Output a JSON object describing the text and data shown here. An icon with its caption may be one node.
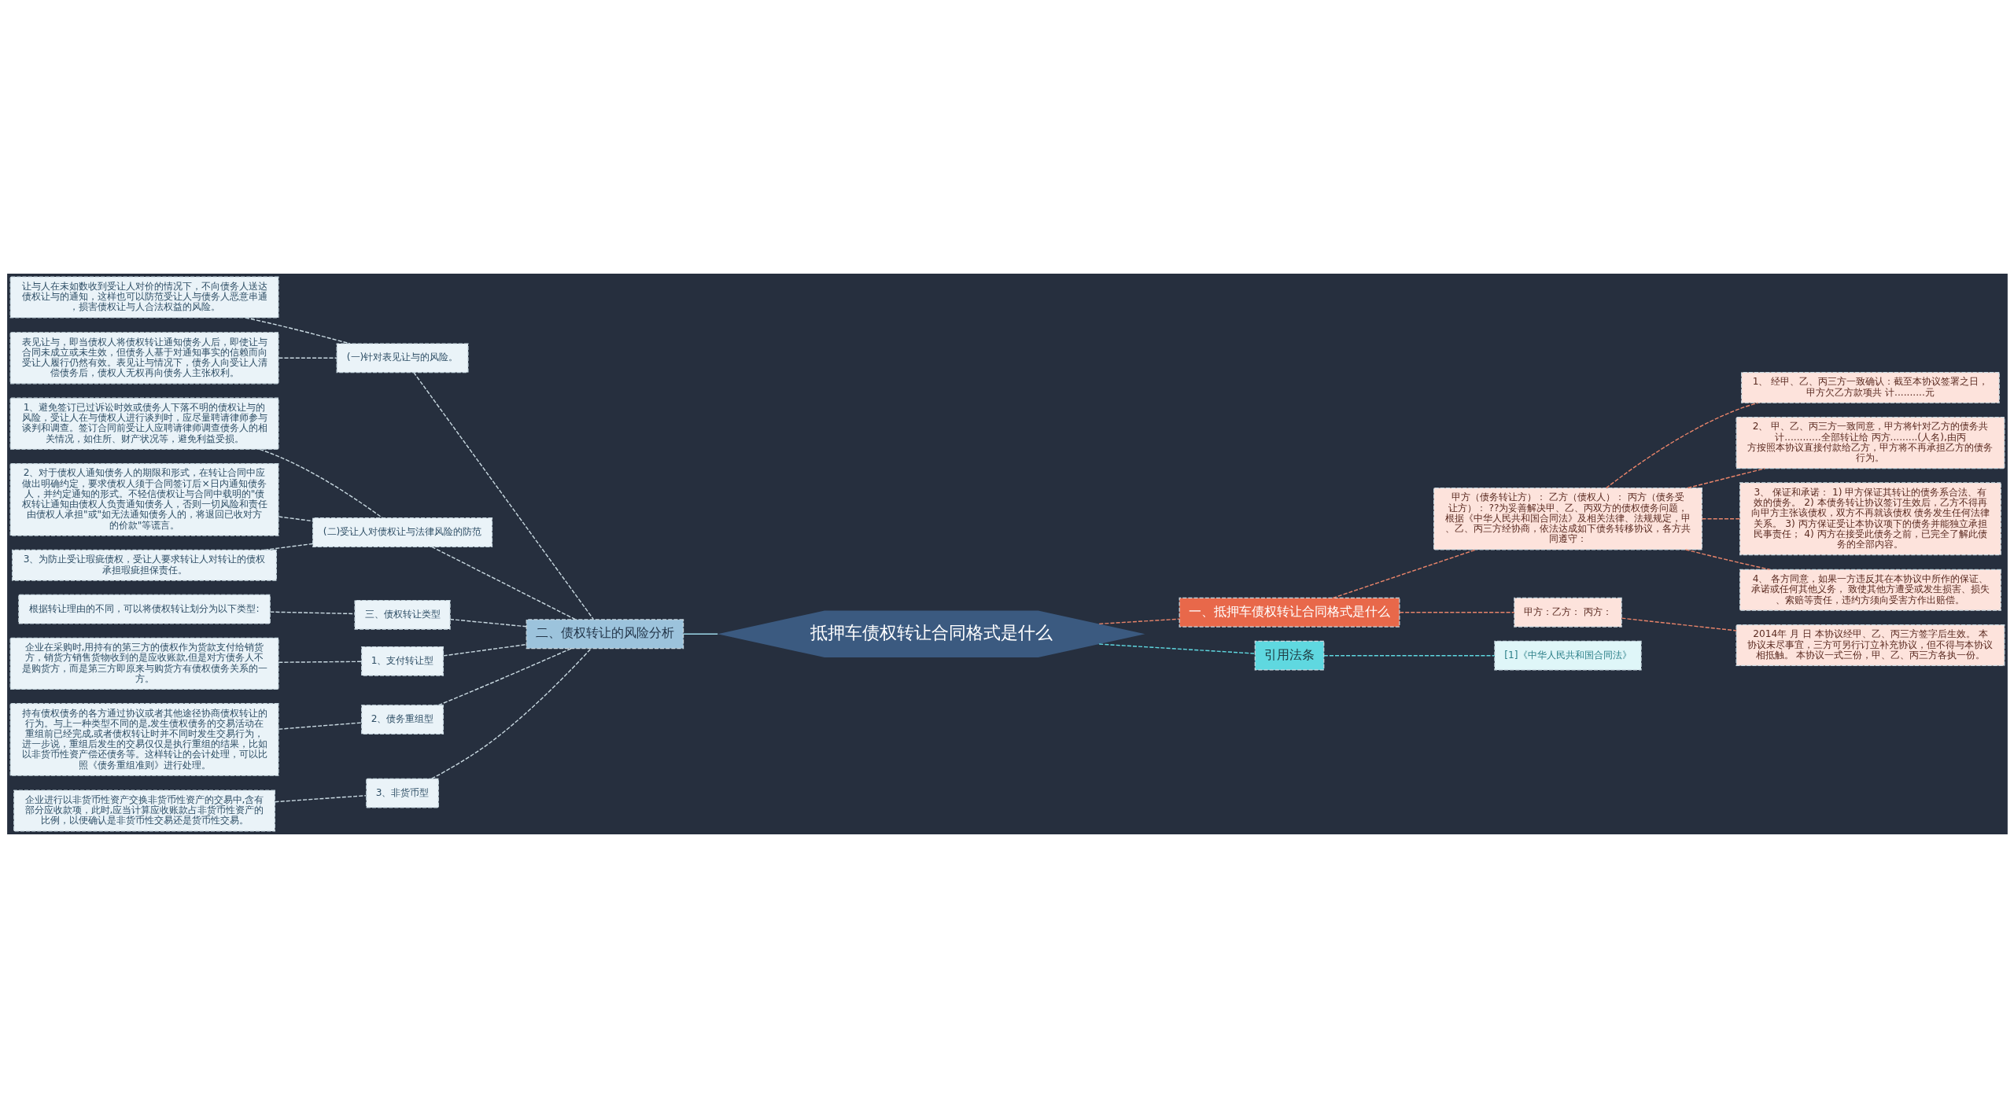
{
  "diagram": {
    "nodes": [
      {
        "text": [
          "抵押车债权转让合同格式是什么"
        ]
      },
      {
        "text": [
          "一、抵押车债权转让合同格式是什么"
        ]
      },
      {
        "text": [
          "甲方（债务转让方）： 乙方（债权人）： 丙方（债务受让方）： ??为妥善解决甲、乙、丙双方的债权债务问题，根据《中华人民共和国合同法》及相关法律、法规规定，甲、乙、丙三方经协商，依法达成如下债务转移协议，各方共同遵守："
        ]
      },
      {
        "text": [
          "1、 经甲、乙、丙三方一致确认：截至本协议签署之日，甲方欠乙方款项共 计..........元"
        ]
      },
      {
        "text": [
          "2、 甲、乙、丙三方一致同意，甲方将针对乙方的债务共计............全部转让给 丙方.........(人名),由丙方按照本协议直接付款给乙方，甲方将不再承担乙方的债务行为。"
        ]
      },
      {
        "text": [
          "3、 保证和承诺： 1) 甲方保证其转让的债务系合法、有效的债务。 2) 本债务转让协议签订生效后，乙方不得再向甲方主张该债权，双方不再就该债权 债务发生任何法律关系。 3) 丙方保证受让本协议项下的债务并能独立承担民事责任； 4) 丙方在接受此债务之前，已完全了解此债务的全部内容。"
        ]
      },
      {
        "text": [
          "4、 各方同意，如果一方违反其在本协议中所作的保证、承诺或任何其他义务， 致使其他方遭受或发生损害、损失、索赔等责任，违约方须向受害方作出赔偿。"
        ]
      },
      {
        "text": [
          "甲方：乙方： 丙方："
        ]
      },
      {
        "text": [
          "2014年 月 日 本协议经甲、乙、丙三方签字后生效。 本协议未尽事宜，三方可另行订立补充协议，但不得与本协议相抵触。 本协议一式三份，甲、乙、丙三方各执一份。"
        ]
      },
      {
        "text": [
          "引用法条"
        ]
      },
      {
        "text": [
          "[1]《中华人民共和国合同法》"
        ]
      },
      {
        "text": [
          "二、债权转让的风险分析"
        ]
      },
      {
        "text": [
          "(一)针对表见让与的风险。"
        ]
      },
      {
        "text": [
          "让与人在未如数收到受让人对价的情况下，不向债务人送达债权让与的通知，这样也可以防范受让人与债务人恶意串通，损害债权让与人合法权益的风险。"
        ]
      },
      {
        "text": [
          "表见让与，即当债权人将债权转让通知债务人后，即使让与合同未成立或未生效，但债务人基于对通知事实的信赖而向受让人履行仍然有效。表见让与情况下，债务人向受让人清偿债务后，债权人无权再向债务人主张权利。"
        ]
      },
      {
        "text": [
          "(二)受让人对债权让与法律风险的防范"
        ]
      },
      {
        "text": [
          "1、避免签订已过诉讼时效或债务人下落不明的债权让与的风险，受让人在与债权人进行谈判时，应尽量聘请律师参与谈判和调查。签订合同前受让人应聘请律师调查债务人的相关情况，如住所、财产状况等，避免利益受损。"
        ]
      },
      {
        "text": [
          "2、对于债权人通知债务人的期限和形式，在转让合同中应做出明确约定，要求债权人须于合同签订后×日内通知债务人，并约定通知的形式。不轻信债权让与合同中载明的\"债权转让通知由债权人负责通知债务人，否则一切风险和责任由债权人承担\"或\"如无法通知债务人的，将退回已收对方的价款\"等谎言。"
        ]
      },
      {
        "text": [
          "3、为防止受让瑕疵债权，受让人要求转让人对转让的债权承担瑕疵担保责任。"
        ]
      },
      {
        "text": [
          "三、债权转让类型"
        ]
      },
      {
        "text": [
          "根据转让理由的不同，可以将债权转让划分为以下类型:"
        ]
      },
      {
        "text": [
          "1、支付转让型"
        ]
      },
      {
        "text": [
          "企业在采购时,用持有的第三方的债权作为货款支付给销货方，销货方销售货物收到的是应收账款,但是对方债务人不是购货方，而是第三方即原来与购货方有债权债务关系的一方。"
        ]
      },
      {
        "text": [
          "2、债务重组型"
        ]
      },
      {
        "text": [
          "持有债权债务的各方通过协议或者其他途径协商债权转让的行为。与上一种类型不同的是,发生债权债务的交易活动在重组前已经完成,或者债权转让时并不同时发生交易行为，进一步说，重组后发生的交易仅仅是执行重组的结果，比如以非货币性资产偿还债务等。这样转让的会计处理，可以比照《债务重组准则》进行处理。"
        ]
      },
      {
        "text": [
          "3、非货币型"
        ]
      },
      {
        "text": [
          "企业进行以非货币性资产交换非货币性资产的交易中,含有部分应收款项，此时,应当计算应收账款占非货币性资产的比例，以便确认是非货币性交易还是货币性交易。"
        ]
      }
    ],
    "edges": [
      {
        "from": 0,
        "to": 1,
        "arrow": "none",
        "style": "dashed",
        "color": "#e8846a"
      },
      {
        "from": 1,
        "to": 2,
        "arrow": "none",
        "style": "dashed",
        "color": "#e8846a"
      },
      {
        "from": 2,
        "to": 3,
        "arrow": "none",
        "style": "dashed",
        "color": "#e8846a"
      },
      {
        "from": 2,
        "to": 4,
        "arrow": "none",
        "style": "dashed",
        "color": "#e8846a"
      },
      {
        "from": 2,
        "to": 5,
        "arrow": "none",
        "style": "dashed",
        "color": "#e8846a"
      },
      {
        "from": 2,
        "to": 6,
        "arrow": "none",
        "style": "dashed",
        "color": "#e8846a"
      },
      {
        "from": 1,
        "to": 7,
        "arrow": "none",
        "style": "dashed",
        "color": "#e8846a"
      },
      {
        "from": 7,
        "to": 8,
        "arrow": "none",
        "style": "dashed",
        "color": "#e8846a"
      },
      {
        "from": 0,
        "to": 9,
        "arrow": "none",
        "style": "dashed",
        "color": "#5fd8e0"
      },
      {
        "from": 9,
        "to": 10,
        "arrow": "none",
        "style": "dashed",
        "color": "#5fd8e0"
      },
      {
        "from": 0,
        "to": 11,
        "arrow": "none",
        "color": "#9cd8e8"
      },
      {
        "from": 11,
        "to": 12,
        "arrow": "none",
        "style": "dashed"
      },
      {
        "from": 12,
        "to": 13,
        "arrow": "none",
        "style": "dashed"
      },
      {
        "from": 12,
        "to": 14,
        "arrow": "none",
        "style": "dashed"
      },
      {
        "from": 11,
        "to": 15,
        "arrow": "none",
        "style": "dashed"
      },
      {
        "from": 15,
        "to": 16,
        "arrow": "none",
        "style": "dashed"
      },
      {
        "from": 15,
        "to": 17,
        "arrow": "none",
        "style": "dashed"
      },
      {
        "from": 15,
        "to": 18,
        "arrow": "none",
        "style": "dashed"
      },
      {
        "from": 11,
        "to": 19,
        "arrow": "none",
        "style": "dashed"
      },
      {
        "from": 19,
        "to": 20,
        "arrow": "none",
        "style": "dashed"
      },
      {
        "from": 11,
        "to": 21,
        "arrow": "none",
        "style": "dashed"
      },
      {
        "from": 21,
        "to": 22,
        "arrow": "none",
        "style": "dashed"
      },
      {
        "from": 11,
        "to": 23,
        "arrow": "none",
        "style": "dashed"
      },
      {
        "from": 23,
        "to": 24,
        "arrow": "none",
        "style": "dashed"
      },
      {
        "from": 11,
        "to": 25,
        "arrow": "none",
        "style": "dashed"
      },
      {
        "from": 25,
        "to": 26,
        "arrow": "none",
        "style": "dashed"
      }
    ]
  }
}
